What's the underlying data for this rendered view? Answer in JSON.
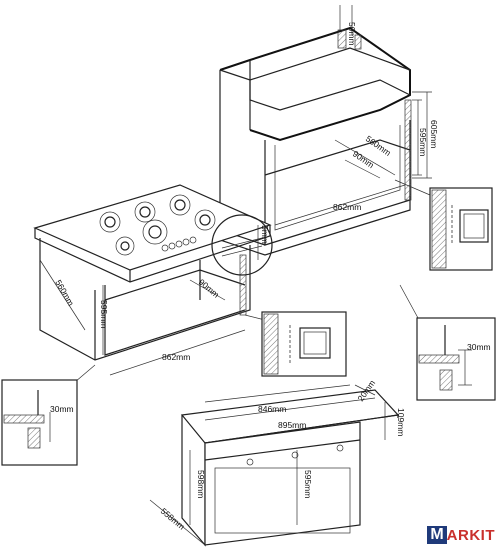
{
  "labels": {
    "top_gap": "50mm",
    "tall_depth": "560mm",
    "tall_inner_depth": "90mm",
    "tall_height_outer": "605mm",
    "tall_height_inner": "595mm",
    "tall_width": "862mm",
    "hob_gap": "5mm",
    "base_depth": "560mm",
    "base_height": "595mm",
    "base_inner_depth": "90mm",
    "base_width": "862mm",
    "detail_right": "30mm",
    "detail_left": "30mm",
    "oven_width_inner": "846mm",
    "oven_width_outer": "895mm",
    "oven_top": "20mm",
    "oven_face": "109mm",
    "oven_height_inner": "595mm",
    "oven_height_outer": "598mm",
    "oven_depth": "558mm"
  },
  "brand": {
    "letter": "M",
    "rest": "ARKIT",
    "color_letter": "#1f3a7a",
    "color_rest": "#c9302c"
  }
}
